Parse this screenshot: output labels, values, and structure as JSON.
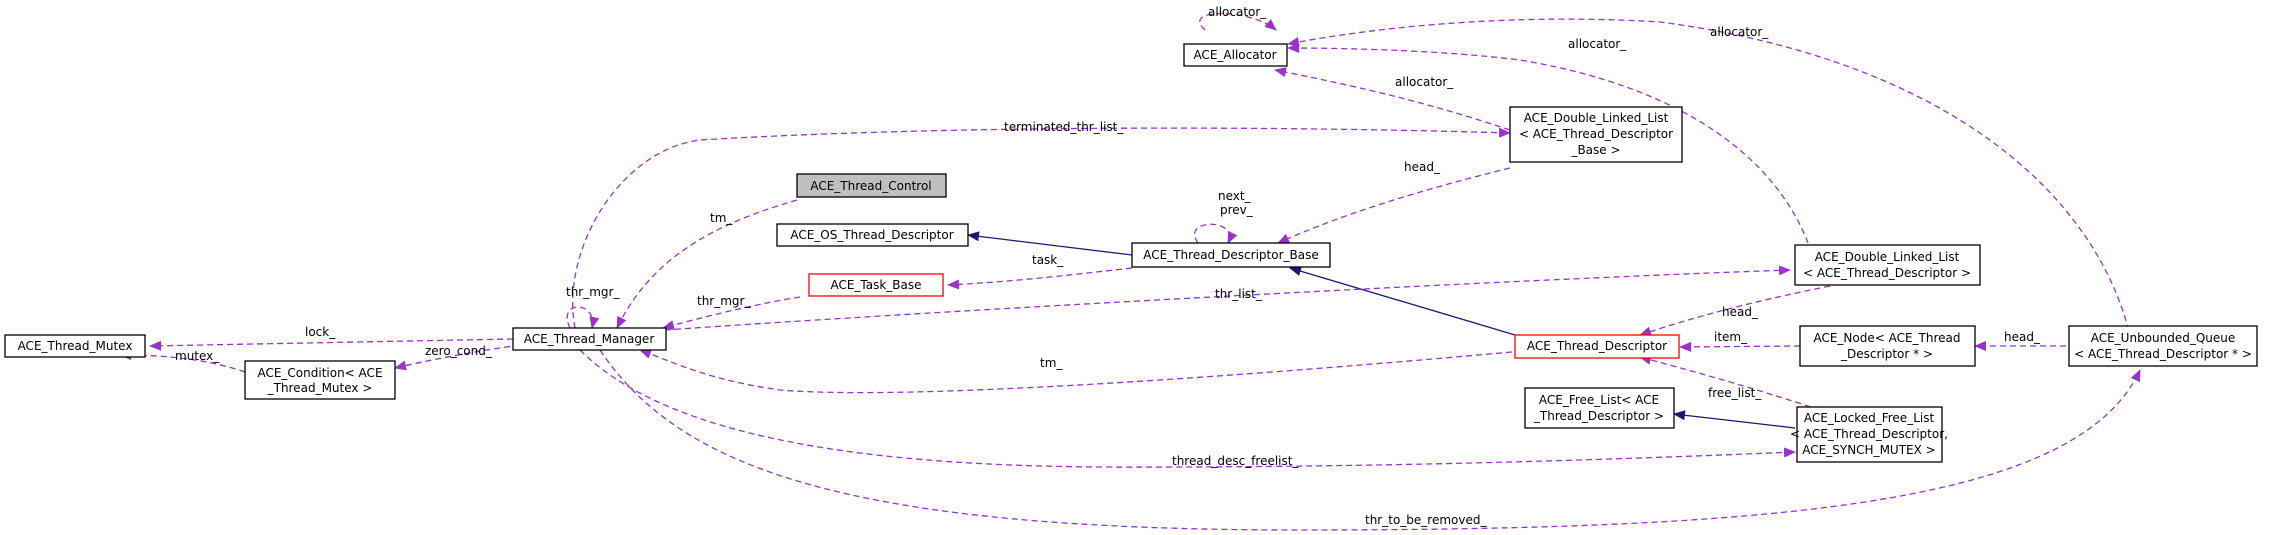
{
  "diagram": {
    "colors": {
      "usage_edge": "#9a32cd",
      "inheritance_edge": "#191970",
      "default_border": "#000000",
      "undocumented_border": "#ff0000",
      "focus_fill": "#bfbfbf"
    },
    "nodes": {
      "thread_control": {
        "lines": [
          "ACE_Thread_Control"
        ],
        "style": "focus"
      },
      "thread_manager": {
        "lines": [
          "ACE_Thread_Manager"
        ],
        "style": "normal"
      },
      "thread_mutex": {
        "lines": [
          "ACE_Thread_Mutex"
        ],
        "style": "normal"
      },
      "condition": {
        "lines": [
          "ACE_Condition< ACE",
          "_Thread_Mutex >"
        ],
        "style": "normal"
      },
      "os_thread_descriptor": {
        "lines": [
          "ACE_OS_Thread_Descriptor"
        ],
        "style": "normal"
      },
      "task_base": {
        "lines": [
          "ACE_Task_Base"
        ],
        "style": "red"
      },
      "thread_descriptor_base": {
        "lines": [
          "ACE_Thread_Descriptor_Base"
        ],
        "style": "normal"
      },
      "allocator": {
        "lines": [
          "ACE_Allocator"
        ],
        "style": "normal"
      },
      "dll_descriptor_base": {
        "lines": [
          "ACE_Double_Linked_List",
          "< ACE_Thread_Descriptor",
          "_Base >"
        ],
        "style": "normal"
      },
      "dll_descriptor": {
        "lines": [
          "ACE_Double_Linked_List",
          "< ACE_Thread_Descriptor >"
        ],
        "style": "normal"
      },
      "thread_descriptor": {
        "lines": [
          "ACE_Thread_Descriptor"
        ],
        "style": "red"
      },
      "free_list": {
        "lines": [
          "ACE_Free_List< ACE",
          "_Thread_Descriptor >"
        ],
        "style": "normal"
      },
      "locked_free_list": {
        "lines": [
          "ACE_Locked_Free_List",
          "< ACE_Thread_Descriptor,",
          " ACE_SYNCH_MUTEX >"
        ],
        "style": "normal"
      },
      "node_descriptor": {
        "lines": [
          "ACE_Node< ACE_Thread",
          "_Descriptor * >"
        ],
        "style": "normal"
      },
      "unbounded_queue": {
        "lines": [
          "ACE_Unbounded_Queue",
          "< ACE_Thread_Descriptor * >"
        ],
        "style": "normal"
      }
    },
    "edge_labels": {
      "tm_control": "tm_",
      "thr_mgr_self": "thr_mgr_",
      "thr_mgr_task": "thr_mgr_",
      "lock": "lock_",
      "zero_cond": "zero_cond_",
      "mutex": "mutex_",
      "task": "task_",
      "next_prev": "next_\nprev_",
      "allocator_self": "allocator_",
      "allocator_dll_base": "allocator_",
      "allocator_dll_desc": "allocator_",
      "allocator_queue": "allocator_",
      "head_base": "head_",
      "terminated_thr_list": "terminated_thr_list_",
      "thr_list": "thr_list_",
      "head_desc": "head_",
      "tm_desc": "tm_",
      "item": "item_",
      "free_list": "free_list_",
      "head_queue": "head_",
      "thread_desc_freelist": "thread_desc_freelist_",
      "thr_to_be_removed": "thr_to_be_removed_"
    }
  }
}
